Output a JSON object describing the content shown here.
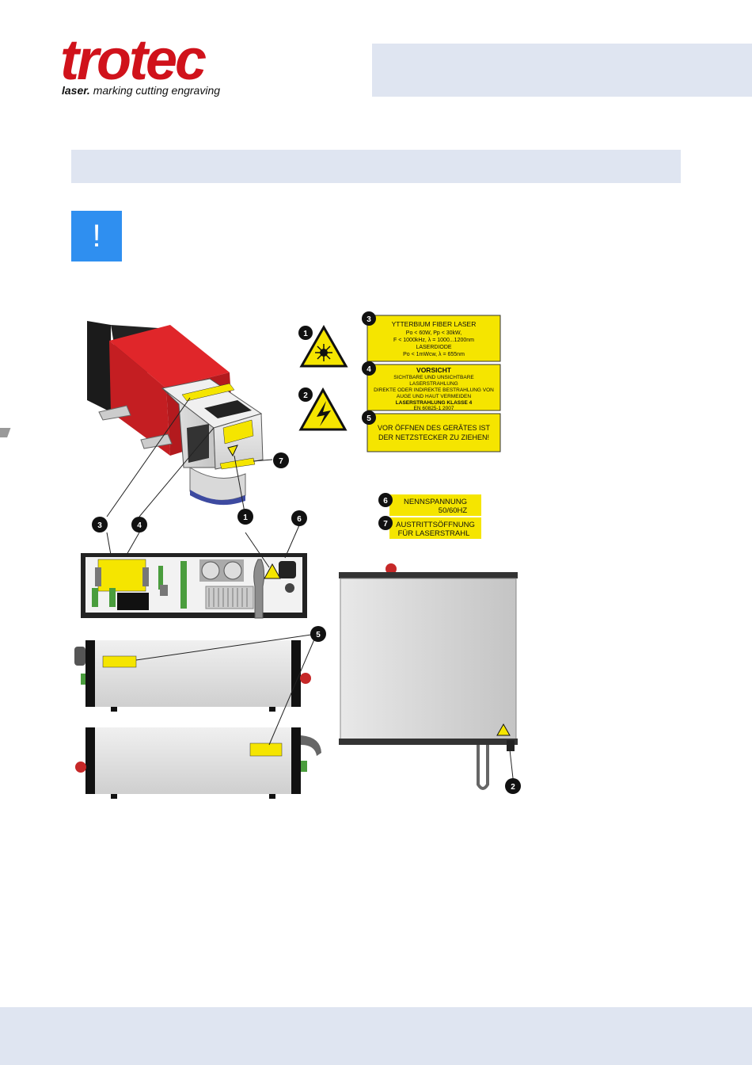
{
  "logo": {
    "word": "trotec",
    "tag_bold": "laser.",
    "tag_rest": " marking cutting engraving"
  },
  "warning_icon": {
    "glyph": "!",
    "icon": "exclamation-icon"
  },
  "labels": {
    "l3": [
      "YTTERBIUM FIBER LASER",
      "Po < 60W, Pp < 30kW,",
      "F < 1000kHz, λ = 1000...1200nm",
      "LASERDIODE",
      "Po < 1mWcw, λ = 655nm"
    ],
    "l4": [
      "VORSICHT",
      "SICHTBARE UND UNSICHTBARE",
      "LASERSTRAHLUNG",
      "DIREKTE ODER INDIREKTE BESTRAHLUNG VON",
      "AUGE UND HAUT VERMEIDEN",
      "LASERSTRAHLUNG KLASSE 4",
      "EN 60825-1 2007"
    ],
    "l5": [
      "VOR ÖFFNEN DES GERÄTES IST",
      "DER NETZSTECKER ZU ZIEHEN!"
    ],
    "l6": [
      "NENNSPANNUNG",
      "50/60HZ"
    ],
    "l7": [
      "AUSTRITTSÖFFNUNG",
      "FÜR LASERSTRAHL"
    ]
  },
  "callouts": {
    "c1": "1",
    "c2": "2",
    "c3": "3",
    "c4": "4",
    "c5": "5",
    "c6": "6",
    "c7": "7"
  },
  "colors": {
    "brand_red": "#d0121b",
    "label_yellow": "#f5e500",
    "bar_blue": "#dfe5f1",
    "warning_blue": "#2f8ff0"
  }
}
